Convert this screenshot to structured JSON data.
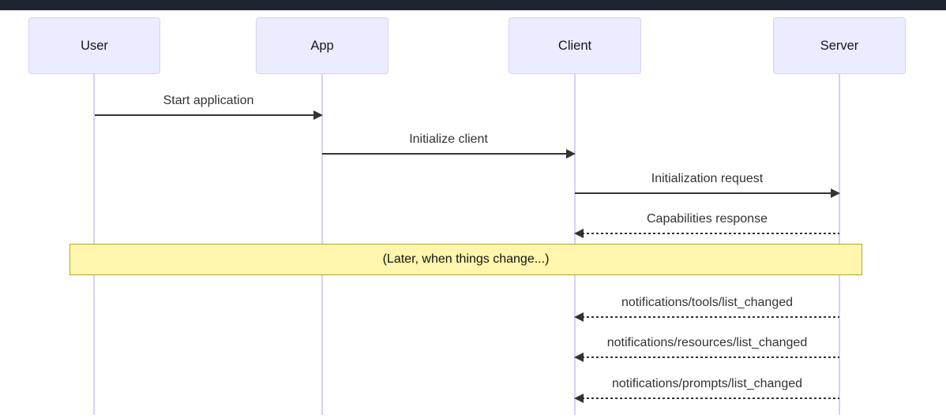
{
  "window": {
    "top_bar_color": "#20242e"
  },
  "diagram": {
    "type": "sequence",
    "actors": [
      {
        "id": "user",
        "label": "User"
      },
      {
        "id": "app",
        "label": "App"
      },
      {
        "id": "client",
        "label": "Client"
      },
      {
        "id": "server",
        "label": "Server"
      }
    ],
    "messages": [
      {
        "from": "User",
        "to": "App",
        "label": "Start application",
        "line": "solid",
        "direction": "right"
      },
      {
        "from": "App",
        "to": "Client",
        "label": "Initialize client",
        "line": "solid",
        "direction": "right"
      },
      {
        "from": "Client",
        "to": "Server",
        "label": "Initialization request",
        "line": "solid",
        "direction": "right"
      },
      {
        "from": "Server",
        "to": "Client",
        "label": "Capabilities response",
        "line": "dashed",
        "direction": "left"
      },
      {
        "from": "Server",
        "to": "Client",
        "label": "notifications/tools/list_changed",
        "line": "dashed",
        "direction": "left"
      },
      {
        "from": "Server",
        "to": "Client",
        "label": "notifications/resources/list_changed",
        "line": "dashed",
        "direction": "left"
      },
      {
        "from": "Server",
        "to": "Client",
        "label": "notifications/prompts/list_changed",
        "line": "dashed",
        "direction": "left"
      }
    ],
    "note": {
      "label": "(Later, when things change...)"
    },
    "colors": {
      "actor_fill": "#ECECFF",
      "actor_border": "#d9d2ee",
      "lifeline": "#d9d0f0",
      "note_fill": "#fff5ad",
      "note_border": "#aaaa33",
      "message_color": "#333333",
      "actor_text": "#15151f",
      "top_bar": "#20242e"
    }
  }
}
